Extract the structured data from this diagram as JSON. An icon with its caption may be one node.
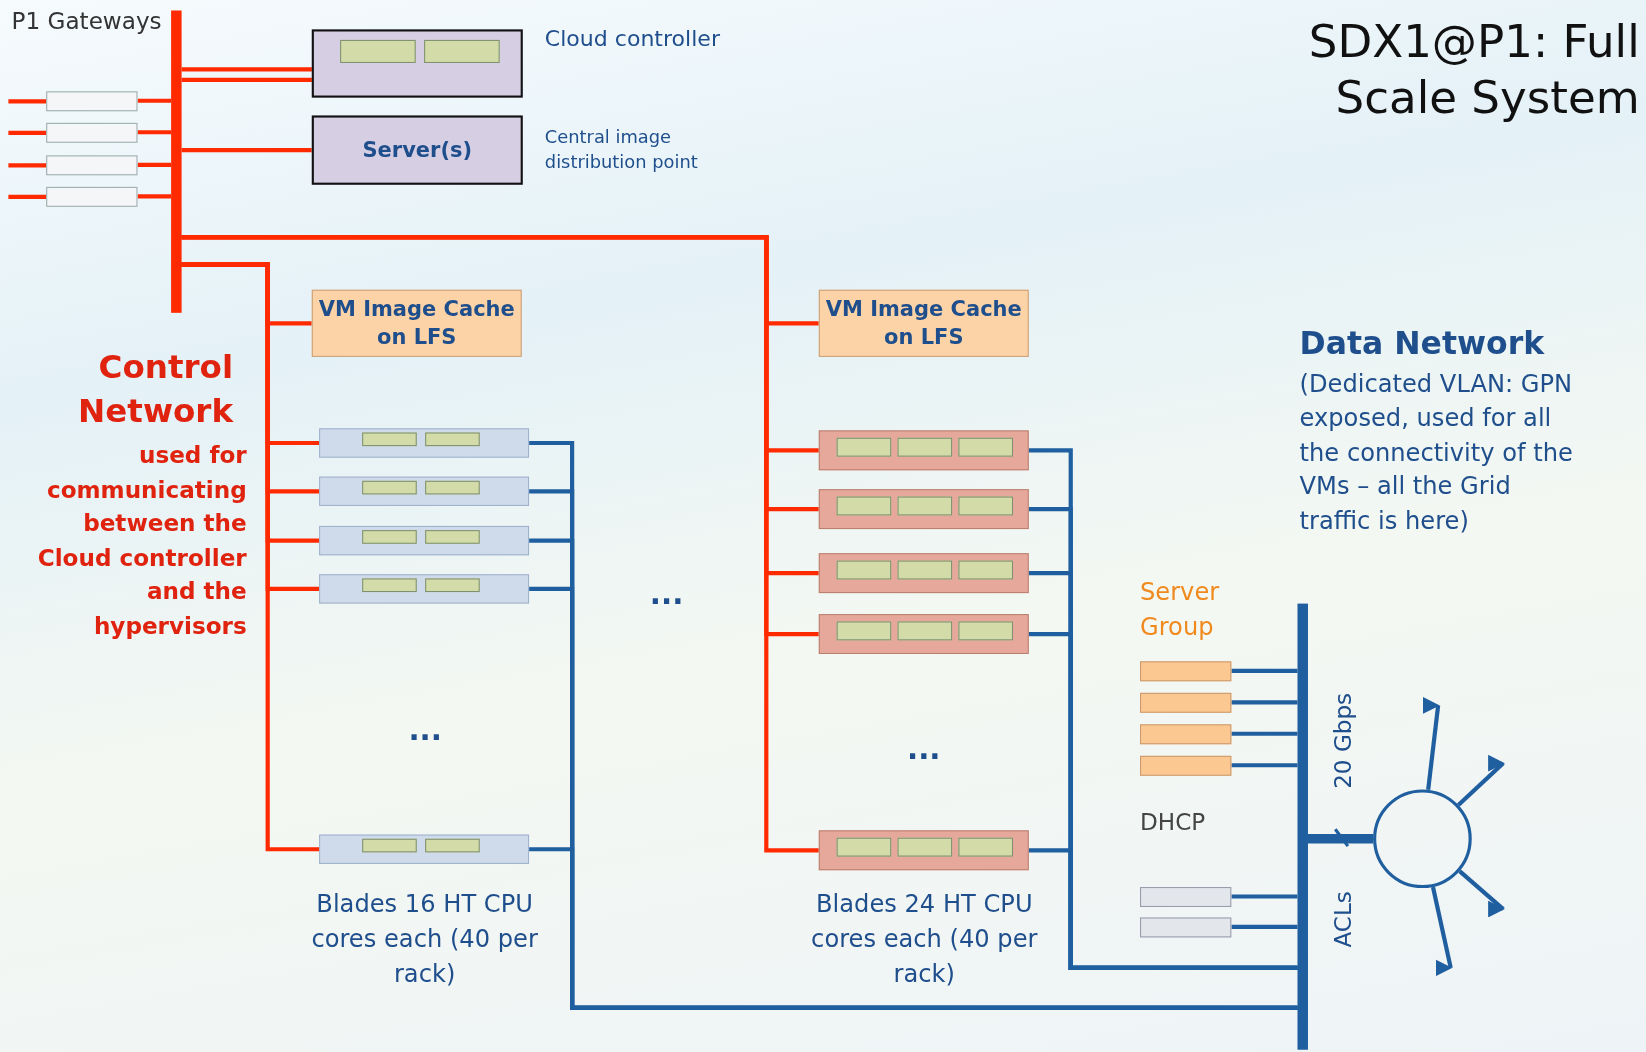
{
  "diagram": {
    "title": "SDX1@P1: Full Scale System",
    "nodes": [
      {
        "text": [],
        "shape": "bar"
      },
      {
        "text": [],
        "shape": "box"
      },
      {
        "text": [],
        "shape": "box"
      },
      {
        "text": [],
        "shape": "box"
      },
      {
        "text": [],
        "shape": "box"
      },
      {
        "text": [],
        "shape": "box",
        "beside": [
          "Cloud controller"
        ]
      },
      {
        "text": [
          "Server(s)"
        ],
        "beside": [
          "Central image distribution point"
        ]
      },
      {
        "text": [
          "VM Image Cache on LFS"
        ]
      },
      {
        "text": [
          "VM Image Cache on LFS"
        ]
      },
      {
        "text": [],
        "shape": "box"
      },
      {
        "text": [],
        "shape": "box"
      },
      {
        "text": [],
        "shape": "box"
      },
      {
        "text": [],
        "shape": "box"
      },
      {
        "text": [],
        "shape": "box"
      },
      {
        "text": [],
        "shape": "box"
      },
      {
        "text": [],
        "shape": "box"
      },
      {
        "text": [],
        "shape": "box"
      },
      {
        "text": [],
        "shape": "box"
      },
      {
        "text": [],
        "shape": "box"
      },
      {
        "text": [],
        "shape": "box"
      },
      {
        "text": [],
        "shape": "box"
      },
      {
        "text": [],
        "shape": "box"
      },
      {
        "text": [],
        "shape": "box"
      },
      {
        "text": [],
        "shape": "box"
      },
      {
        "text": [],
        "shape": "box"
      },
      {
        "text": [],
        "shape": "bar"
      },
      {
        "text": [],
        "shape": "circle"
      },
      {
        "text": [],
        "shape": "box",
        "in": 5
      },
      {
        "text": [],
        "shape": "box",
        "in": 5
      }
    ],
    "edges": [
      {
        "from": 1,
        "to": 0,
        "arrow": "none",
        "color": "#ff2a00"
      },
      {
        "from": 2,
        "to": 0,
        "arrow": "none",
        "color": "#ff2a00"
      },
      {
        "from": 3,
        "to": 0,
        "arrow": "none",
        "color": "#ff2a00"
      },
      {
        "from": 4,
        "to": 0,
        "arrow": "none",
        "color": "#ff2a00"
      },
      {
        "from": 0,
        "to": 27,
        "arrow": "none",
        "color": "#ff2a00"
      },
      {
        "from": 0,
        "to": 6,
        "arrow": "none",
        "color": "#ff2a00"
      },
      {
        "from": 0,
        "to": 7,
        "arrow": "none",
        "color": "#ff2a00"
      },
      {
        "from": 0,
        "to": 9,
        "arrow": "none",
        "color": "#ff2a00"
      },
      {
        "from": 0,
        "to": 10,
        "arrow": "none",
        "color": "#ff2a00"
      },
      {
        "from": 0,
        "to": 11,
        "arrow": "none",
        "color": "#ff2a00"
      },
      {
        "from": 0,
        "to": 12,
        "arrow": "none",
        "color": "#ff2a00"
      },
      {
        "from": 0,
        "to": 13,
        "arrow": "none",
        "color": "#ff2a00"
      },
      {
        "from": 0,
        "to": 8,
        "arrow": "none",
        "color": "#ff2a00"
      },
      {
        "from": 0,
        "to": 14,
        "arrow": "none",
        "color": "#ff2a00"
      },
      {
        "from": 0,
        "to": 15,
        "arrow": "none",
        "color": "#ff2a00"
      },
      {
        "from": 0,
        "to": 16,
        "arrow": "none",
        "color": "#ff2a00"
      },
      {
        "from": 0,
        "to": 17,
        "arrow": "none",
        "color": "#ff2a00"
      },
      {
        "from": 0,
        "to": 18,
        "arrow": "none",
        "color": "#ff2a00"
      },
      {
        "from": 9,
        "to": 25,
        "arrow": "none"
      },
      {
        "from": 10,
        "to": 25,
        "arrow": "none"
      },
      {
        "from": 11,
        "to": 25,
        "arrow": "none"
      },
      {
        "from": 12,
        "to": 25,
        "arrow": "none"
      },
      {
        "from": 13,
        "to": 25,
        "arrow": "none"
      },
      {
        "from": 14,
        "to": 25,
        "arrow": "none"
      },
      {
        "from": 15,
        "to": 25,
        "arrow": "none"
      },
      {
        "from": 16,
        "to": 25,
        "arrow": "none"
      },
      {
        "from": 17,
        "to": 25,
        "arrow": "none"
      },
      {
        "from": 18,
        "to": 25,
        "arrow": "none"
      },
      {
        "from": 19,
        "to": 25,
        "arrow": "none"
      },
      {
        "from": 20,
        "to": 25,
        "arrow": "none"
      },
      {
        "from": 21,
        "to": 25,
        "arrow": "none"
      },
      {
        "from": 22,
        "to": 25,
        "arrow": "none"
      },
      {
        "from": 23,
        "to": 25,
        "arrow": "none"
      },
      {
        "from": 24,
        "to": 25,
        "arrow": "none"
      },
      {
        "from": 25,
        "to": 26,
        "arrow": "none",
        "style": "thick"
      },
      {
        "from": 26,
        "to": null,
        "arrow": "to"
      },
      {
        "from": 26,
        "to": null,
        "arrow": "to"
      },
      {
        "from": 26,
        "to": null,
        "arrow": "to"
      },
      {
        "from": 26,
        "to": null,
        "arrow": "to"
      },
      {
        "from": 0,
        "to": 28,
        "arrow": "none",
        "color": "#ff2a00"
      }
    ],
    "labels": [
      "P1 Gateways",
      "Control Network",
      "used for communicating between the Cloud controller and the hypervisors",
      "...",
      "...",
      "...",
      "Blades 16 HT CPU cores each (40 per rack)",
      "Blades 24 HT CPU cores each (40 per rack)",
      "Server Group",
      "DHCP",
      "Data Network",
      "(Dedicated VLAN: GPN exposed, used for all the connectivity of the VMs – all the Grid traffic is here)",
      "20 Gbps",
      "ACLs"
    ]
  }
}
